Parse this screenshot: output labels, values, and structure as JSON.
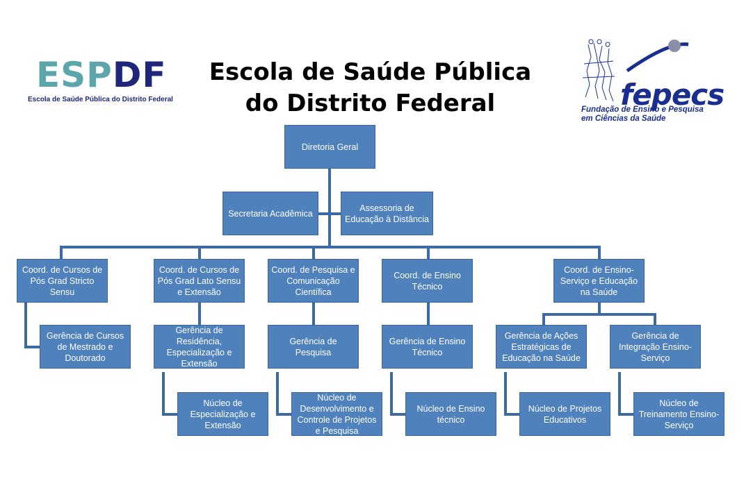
{
  "header": {
    "title_line1": "Escola de Saúde Pública",
    "title_line2": "do Distrito Federal"
  },
  "logos": {
    "espdf": {
      "mark_part1": "ESP",
      "mark_part2": "DF",
      "subtitle": "Escola de Saúde Pública do Distrito Federal",
      "colors": [
        "#5ba6ab",
        "#20267a"
      ]
    },
    "fepecs": {
      "wordmark": "fepecs",
      "subtitle_line1": "Fundação de Ensino e Pesquisa",
      "subtitle_line2": "em Ciências da Saúde",
      "color": "#1a2e8f"
    }
  },
  "colors": {
    "node_fill": "#4f81bd",
    "connector": "#3d6aa3"
  },
  "org_chart": {
    "root": "Diretoria Geral",
    "staff": [
      "Secretaria Acadêmica",
      "Assessoria de Educação à Distância"
    ],
    "coordinations": [
      "Coord. de Cursos de Pós Grad Stricto Sensu",
      "Coord. de Cursos de Pós Grad Lato Sensu e Extensão",
      "Coord. de Pesquisa e Comunicação Científica",
      "Coord. de Ensino Técnico",
      "Coord. de Ensino-Serviço e Educação na Saúde"
    ],
    "managements": [
      "Gerência de Cursos de Mestrado e Doutorado",
      "Gerência de Residência, Especialização e Extensão",
      "Gerência de Pesquisa",
      "Gerência de Ensino Técnico",
      "Gerência de Ações Estratégicas de Educação na Saúde",
      "Gerência de Integração Ensino-Serviço"
    ],
    "nuclei": [
      "Núcleo de Especialização e Extensão",
      "Núcleo de Desenvolvimento e Controle de Projetos e Pesquisa",
      "Núcleo de Ensino técnico",
      "Núcleo de Projetos Educativos",
      "Núcleo de Treinamento Ensino-Serviço"
    ]
  }
}
